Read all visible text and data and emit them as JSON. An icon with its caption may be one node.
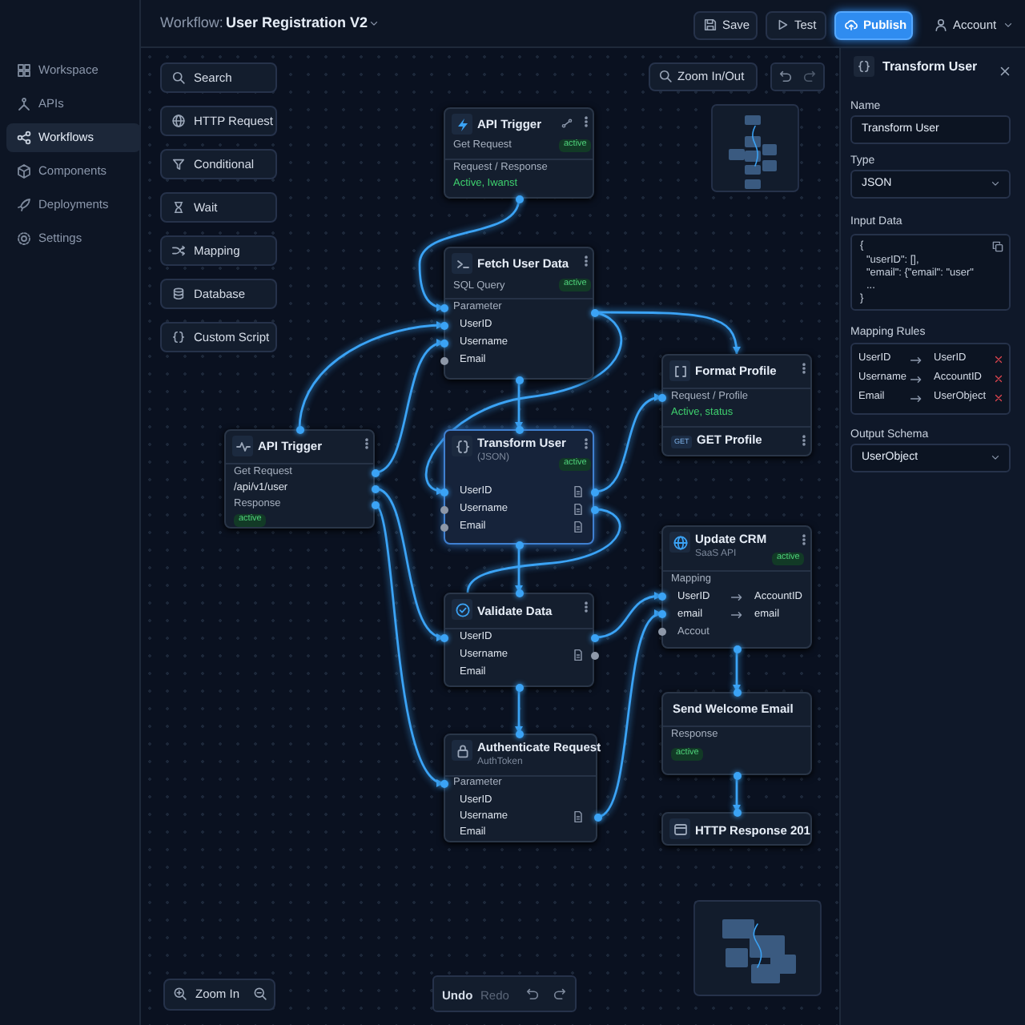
{
  "diagram": {
    "nodes": [
      {
        "text": [
          "API Trigger",
          "active",
          "Get Request",
          "Request / Response",
          "Active, Iwanst"
        ]
      },
      {
        "text": [
          "Fetch User Data",
          "SQL Query",
          "active",
          "Parameter",
          "UserID",
          "Username",
          "Email"
        ]
      },
      {
        "text": [
          "Format Profile",
          "Request / Profile",
          "Active, status",
          "GET",
          "GET Profile"
        ]
      },
      {
        "text": [
          "API Trigger",
          "Get Request",
          "/api/v1/user",
          "Response",
          "active"
        ]
      },
      {
        "text": [
          "Transform User",
          "(JSON)",
          "active",
          "UserID",
          "Username",
          "Email"
        ]
      },
      {
        "text": [
          "Update CRM",
          "SaaS API",
          "active",
          "Mapping",
          "UserID",
          "AccountID",
          "email",
          "email",
          "Accout"
        ]
      },
      {
        "text": [
          "Validate Data",
          "UserID",
          "Username",
          "Email"
        ]
      },
      {
        "text": [
          "Send Welcome Email",
          "Response",
          "active"
        ]
      },
      {
        "text": [
          "Authenticate Request",
          "AuthToken",
          "Parameter",
          "UserID",
          "Username",
          "Email"
        ]
      },
      {
        "text": [
          "HTTP Response 201"
        ]
      }
    ],
    "edges": [
      {
        "from": 0,
        "to": 1,
        "arrow": "to"
      },
      {
        "from": 3,
        "to": 1,
        "arrow": "to"
      },
      {
        "from": 3,
        "to": 1,
        "arrow": "to"
      },
      {
        "from": 3,
        "to": 6,
        "arrow": "to"
      },
      {
        "from": 3,
        "to": 8,
        "arrow": "to"
      },
      {
        "from": 1,
        "to": 4,
        "arrow": "to"
      },
      {
        "from": 1,
        "to": 2,
        "arrow": "to"
      },
      {
        "from": 1,
        "to": 4,
        "arrow": "to"
      },
      {
        "from": 4,
        "to": 2,
        "arrow": "to"
      },
      {
        "from": 4,
        "to": 6,
        "arrow": "none"
      },
      {
        "from": 4,
        "to": 6,
        "arrow": "to"
      },
      {
        "from": 6,
        "to": 5,
        "arrow": "to"
      },
      {
        "from": 6,
        "to": 8,
        "arrow": "to"
      },
      {
        "from": 8,
        "to": 5,
        "arrow": "to"
      },
      {
        "from": 5,
        "to": 7,
        "arrow": "to"
      },
      {
        "from": 7,
        "to": 9,
        "arrow": "to"
      }
    ],
    "labels": [
      "Workflow:",
      "User Registration V2",
      "Save",
      "Test",
      "Publish",
      "Account",
      "Workspace",
      "APIs",
      "Workflows",
      "Components",
      "Deployments",
      "Settings",
      "Search",
      "HTTP Request",
      "Conditional",
      "Wait",
      "Mapping",
      "Database",
      "Custom Script",
      "Zoom In/Out",
      "Transform User",
      "Name",
      "Transform User",
      "Type",
      "JSON",
      "Input Data",
      "{",
      "\"userID\": [],",
      "\"email\": {\"email\": \"user\"",
      "...",
      "}",
      "Mapping Rules",
      "UserID",
      "UserID",
      "Username",
      "AccountID",
      "Email",
      "UserObject",
      "Output Schema",
      "UserObject",
      "Zoom In",
      "Undo",
      "Redo"
    ]
  }
}
